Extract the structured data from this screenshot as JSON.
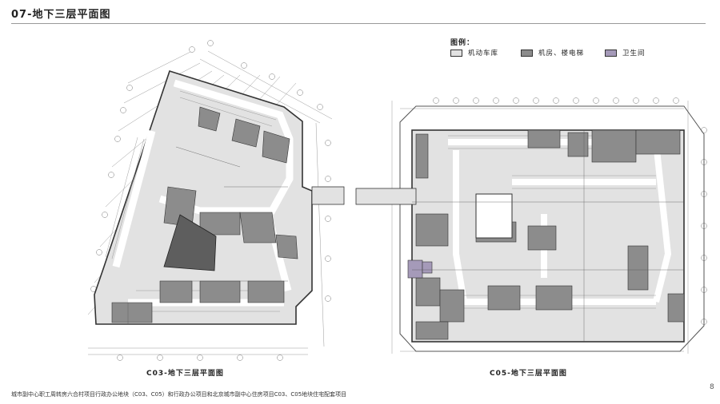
{
  "header": {
    "title": "07-地下三层平面图"
  },
  "legend": {
    "title": "图例：",
    "items": [
      {
        "label": "机动车库",
        "color": "#e2e2e2"
      },
      {
        "label": "机房、楼电梯",
        "color": "#8c8c8c"
      },
      {
        "label": "卫生间",
        "color": "#a59ab9"
      }
    ]
  },
  "plans": {
    "c03_caption": "C03-地下三层平面图",
    "c05_caption": "C05-地下三层平面图"
  },
  "footer": {
    "text": "城市副中心职工周转房六合村项目行政办公地块（C03、C05）和行政办公项目和北京城市副中心住房项目C03、C05地块住宅配套项目",
    "page_number": "8"
  }
}
